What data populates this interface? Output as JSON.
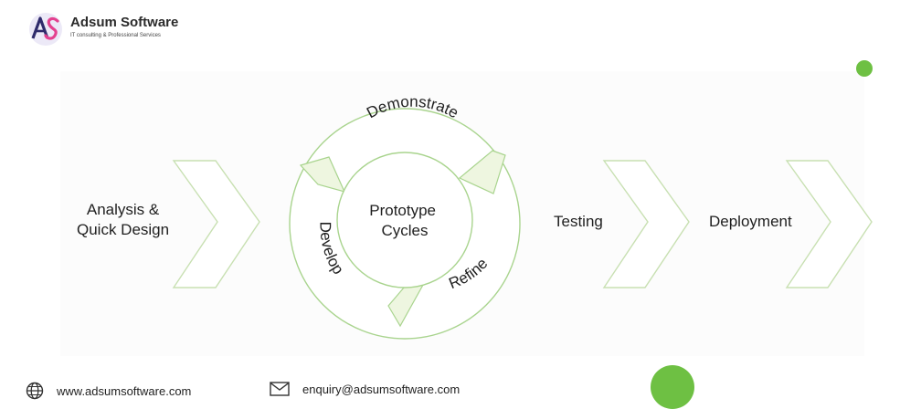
{
  "brand": {
    "name": "Adsum Software",
    "tagline": "IT consulting & Professional Services",
    "colors": {
      "accent": "#e4418f",
      "text": "#2b2b2b"
    }
  },
  "diagram": {
    "steps": [
      {
        "label_lines": [
          "Analysis &",
          "Quick Design"
        ]
      },
      {
        "label_lines": [
          "Testing"
        ]
      },
      {
        "label_lines": [
          "Deployment"
        ]
      }
    ],
    "cycle": {
      "center_lines": [
        "Prototype",
        "Cycles"
      ],
      "stages": [
        "Demonstrate",
        "Refine",
        "Develop"
      ]
    },
    "colors": {
      "chevron_stroke": "#c8e0b2",
      "ring_stroke": "#a9d48e",
      "ring_fill": "#eef6e0",
      "dot": "#6ec043"
    }
  },
  "footer": {
    "website": "www.adsumsoftware.com",
    "email": "enquiry@adsumsoftware.com",
    "icons": {
      "website": "globe-icon",
      "email": "envelope-icon"
    }
  }
}
